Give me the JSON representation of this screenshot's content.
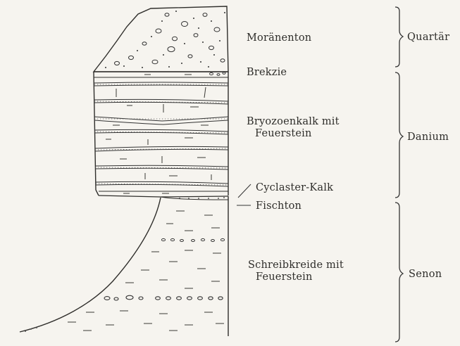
{
  "layers": [
    {
      "id": "moraenenton",
      "lines": [
        "Moränenton"
      ]
    },
    {
      "id": "brekzie",
      "lines": [
        "Brekzie"
      ]
    },
    {
      "id": "bryozoenkalk",
      "lines": [
        "Bryozoenkalk mit",
        "Feuerstein"
      ]
    },
    {
      "id": "cyclaster",
      "lines": [
        "Cyclaster-Kalk"
      ]
    },
    {
      "id": "fischton",
      "lines": [
        "Fischton"
      ]
    },
    {
      "id": "schreibkreide",
      "lines": [
        "Schreibkreide mit",
        "Feuerstein"
      ]
    }
  ],
  "periods": [
    {
      "id": "quartaer",
      "label": "Quartär"
    },
    {
      "id": "danium",
      "label": "Danium"
    },
    {
      "id": "senon",
      "label": "Senon"
    }
  ]
}
